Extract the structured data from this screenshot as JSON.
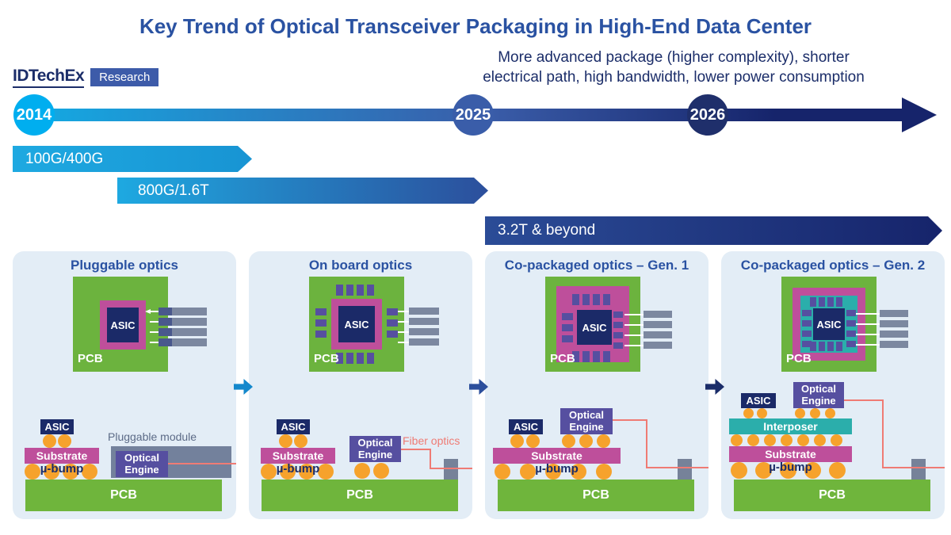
{
  "title": "Key Trend of Optical Transceiver Packaging in High-End Data Center",
  "logo": {
    "brand": "IDTechEx",
    "badge": "Research"
  },
  "subtitle": {
    "line1": "More advanced package (higher complexity), shorter",
    "line2": "electrical path, high bandwidth, lower power consumption"
  },
  "timeline": {
    "years": [
      "2014",
      "2025",
      "2026"
    ]
  },
  "bands": {
    "band1": "100G/400G",
    "band2": "800G/1.6T",
    "band3": "3.2T & beyond"
  },
  "panels": [
    {
      "title": "Pluggable optics",
      "asic": "ASIC",
      "pcb": "PCB",
      "substrate": "Substrate",
      "ubump": "µ-bump",
      "module": "Pluggable module",
      "optical_engine": "Optical Engine"
    },
    {
      "title": "On board optics",
      "asic": "ASIC",
      "pcb": "PCB",
      "substrate": "Substrate",
      "ubump": "µ-bump",
      "optical_engine": "Optical Engine",
      "fiber": "Fiber optics"
    },
    {
      "title": "Co-packaged optics – Gen. 1",
      "asic": "ASIC",
      "pcb": "PCB",
      "substrate": "Substrate",
      "ubump": "µ-bump",
      "optical_engine": "Optical Engine"
    },
    {
      "title": "Co-packaged optics – Gen. 2",
      "asic": "ASIC",
      "pcb": "PCB",
      "substrate": "Substrate",
      "ubump": "µ-bump",
      "interposer": "Interposer",
      "optical_engine": "Optical Engine"
    }
  ],
  "colors": {
    "accent_blue": "#2A52A2",
    "navy": "#1B2D69",
    "cyan": "#14A9E2",
    "green": "#6CB33E",
    "magenta": "#BE4F9B",
    "purple": "#564FA0",
    "teal": "#2BAEAB",
    "orange": "#F6A22C",
    "gray": "#7C88A0",
    "red_fiber": "#EF7B74",
    "panel_bg": "#E3EDF6"
  }
}
